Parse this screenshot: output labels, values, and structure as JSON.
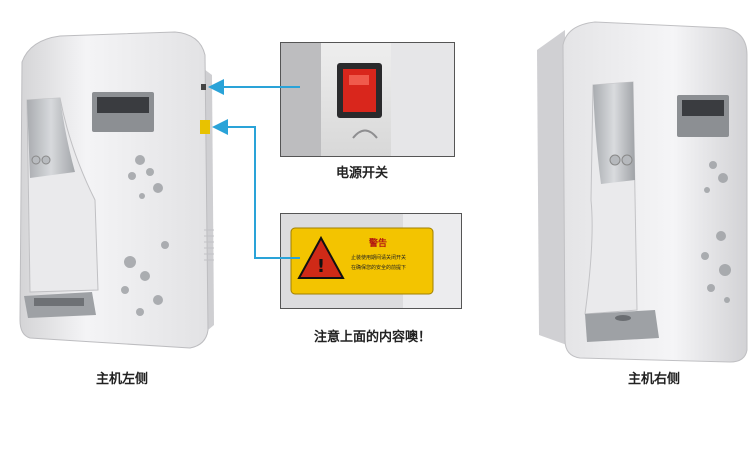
{
  "captions": {
    "left_unit": "主机左侧",
    "right_unit": "主机右侧",
    "power_switch": "电源开关",
    "notice": "注意上面的内容噢！"
  },
  "warning_label": {
    "title": "警告",
    "line1": "止装使用期间请关闭开关",
    "line2": "在确保您的安全的前提下"
  },
  "colors": {
    "arrow": "#2aa3d8",
    "switch_red": "#d9261c",
    "label_yellow": "#f3c400"
  }
}
